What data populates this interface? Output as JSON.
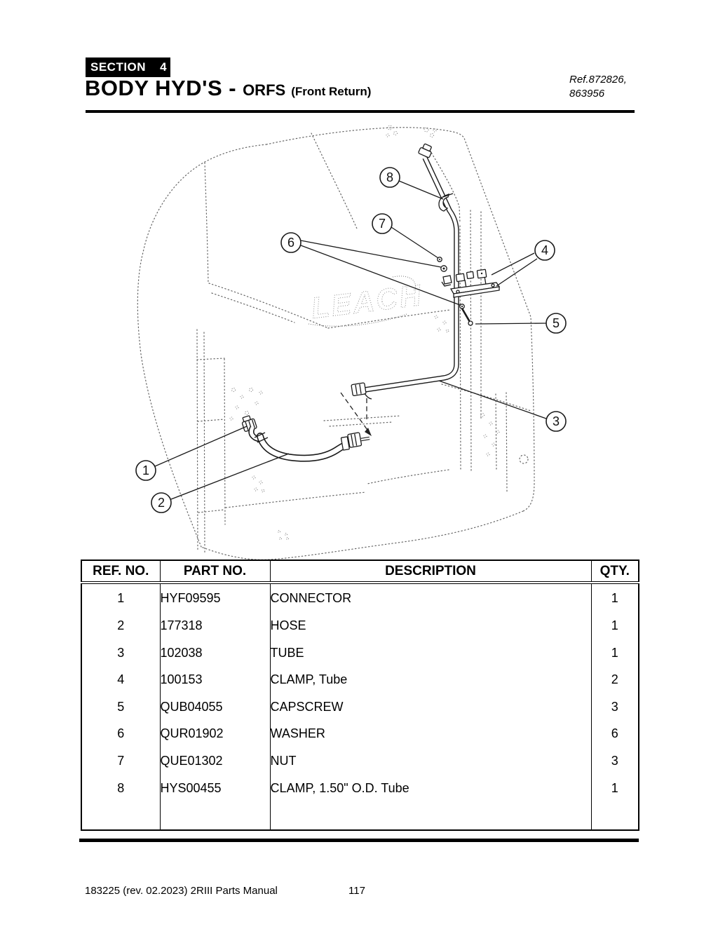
{
  "header": {
    "section_label": "SECTION",
    "section_number": "4",
    "title": "BODY HYD'S -",
    "title_sub": "ORFS",
    "title_note": "(Front Return)",
    "ref_lines": [
      "Ref.872826,",
      "863956"
    ]
  },
  "diagram": {
    "watermark": "LEACH",
    "callouts": [
      "1",
      "2",
      "3",
      "4",
      "5",
      "6",
      "7",
      "8"
    ]
  },
  "table": {
    "headers": [
      "REF. NO.",
      "PART NO.",
      "DESCRIPTION",
      "QTY."
    ],
    "rows": [
      {
        "ref": "1",
        "part": "HYF09595",
        "desc": "CONNECTOR",
        "qty": "1"
      },
      {
        "ref": "2",
        "part": "177318",
        "desc": "HOSE",
        "qty": "1"
      },
      {
        "ref": "3",
        "part": "102038",
        "desc": "TUBE",
        "qty": "1"
      },
      {
        "ref": "4",
        "part": "100153",
        "desc": "CLAMP, Tube",
        "qty": "2"
      },
      {
        "ref": "5",
        "part": "QUB04055",
        "desc": "CAPSCREW",
        "qty": "3"
      },
      {
        "ref": "6",
        "part": "QUR01902",
        "desc": "WASHER",
        "qty": "6"
      },
      {
        "ref": "7",
        "part": "QUE01302",
        "desc": "NUT",
        "qty": "3"
      },
      {
        "ref": "8",
        "part": "HYS00455",
        "desc": "CLAMP, 1.50\" O.D. Tube",
        "qty": "1"
      }
    ]
  },
  "footer": {
    "left": "183225  (rev. 02.2023) 2RIII Parts Manual",
    "page": "117"
  }
}
